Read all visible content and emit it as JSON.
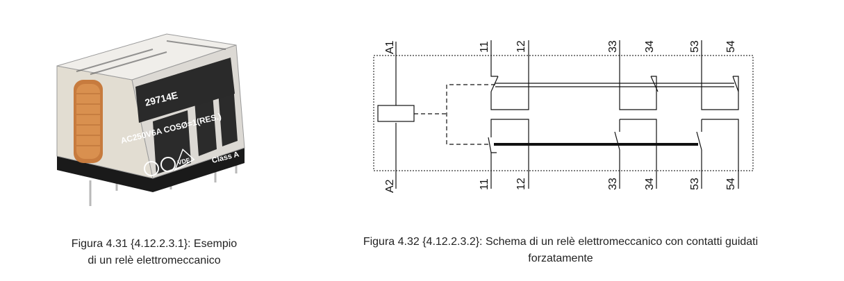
{
  "photo": {
    "code_text": "29714E",
    "rating_text": "AC250V6A COSØ=1(RES.)",
    "vde_mark": "VDE",
    "class_text": "Class A"
  },
  "schema": {
    "coil_top": "A1",
    "coil_bottom": "A2",
    "top_terminals": [
      "11",
      "12",
      "33",
      "34",
      "53",
      "54"
    ],
    "bottom_terminals": [
      "11",
      "12",
      "33",
      "34",
      "53",
      "54"
    ]
  },
  "captions": {
    "left_line1": "Figura 4.31 {4.12.2.3.1}: Esempio",
    "left_line2": "di un relè elettromeccanico",
    "right_line1": "Figura 4.32 {4.12.2.3.2}: Schema di un relè elettromeccanico con contatti guidati",
    "right_line2": "forzatamente"
  }
}
